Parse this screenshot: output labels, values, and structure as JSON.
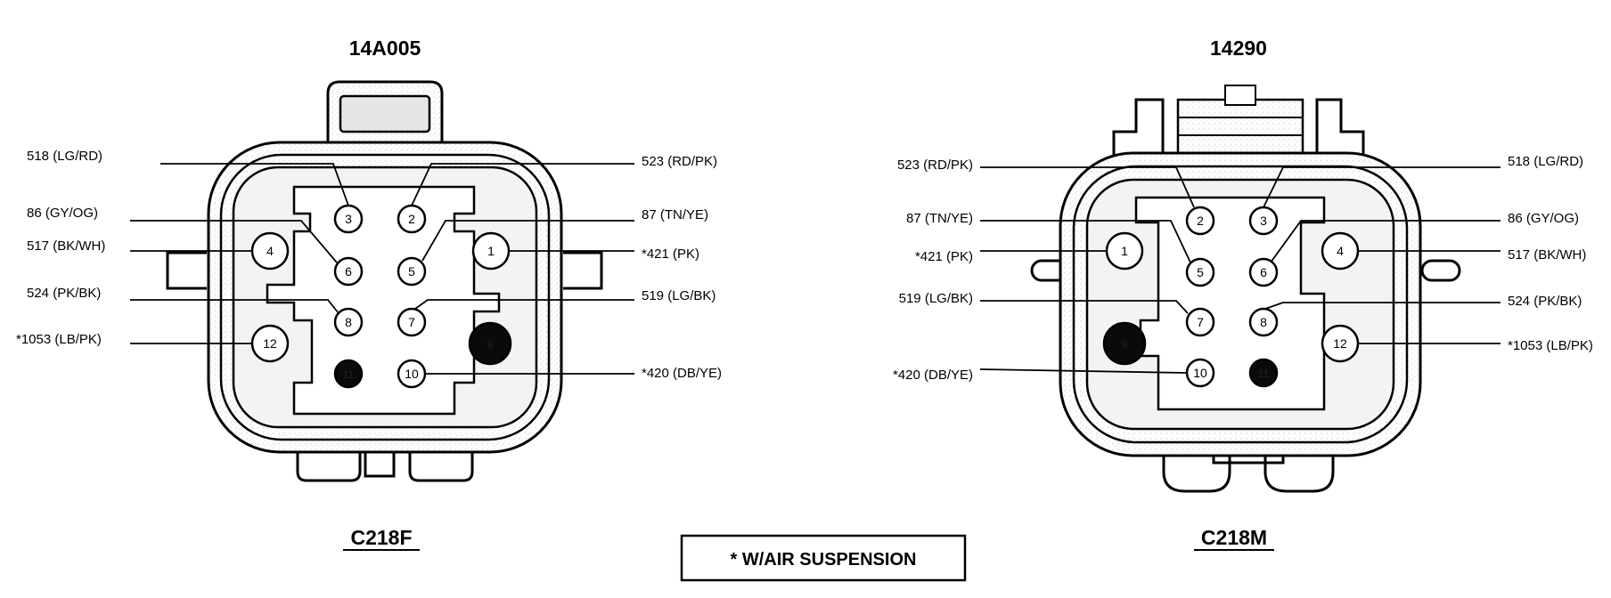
{
  "connectors": [
    {
      "part_number": "14A005",
      "name": "C218F",
      "pins": [
        {
          "num": "1",
          "wire": "*421 (PK)"
        },
        {
          "num": "2",
          "wire": "523 (RD/PK)"
        },
        {
          "num": "3",
          "wire": "518 (LG/RD)"
        },
        {
          "num": "4",
          "wire": "517 (BK/WH)"
        },
        {
          "num": "5",
          "wire": "87 (TN/YE)"
        },
        {
          "num": "6",
          "wire": "86 (GY/OG)"
        },
        {
          "num": "7",
          "wire": "519 (LG/BK)"
        },
        {
          "num": "8",
          "wire": "524 (PK/BK)"
        },
        {
          "num": "9",
          "wire": ""
        },
        {
          "num": "10",
          "wire": "*420 (DB/YE)"
        },
        {
          "num": "11",
          "wire": ""
        },
        {
          "num": "12",
          "wire": "*1053 (LB/PK)"
        }
      ]
    },
    {
      "part_number": "14290",
      "name": "C218M",
      "pins": [
        {
          "num": "1",
          "wire": "*421 (PK)"
        },
        {
          "num": "2",
          "wire": "523 (RD/PK)"
        },
        {
          "num": "3",
          "wire": "518 (LG/RD)"
        },
        {
          "num": "4",
          "wire": "517 (BK/WH)"
        },
        {
          "num": "5",
          "wire": "87 (TN/YE)"
        },
        {
          "num": "6",
          "wire": "86 (GY/OG)"
        },
        {
          "num": "7",
          "wire": "519 (LG/BK)"
        },
        {
          "num": "8",
          "wire": "524 (PK/BK)"
        },
        {
          "num": "9",
          "wire": ""
        },
        {
          "num": "10",
          "wire": "*420 (DB/YE)"
        },
        {
          "num": "11",
          "wire": ""
        },
        {
          "num": "12",
          "wire": "*1053 (LB/PK)"
        }
      ]
    }
  ],
  "note": "* W/AIR SUSPENSION",
  "colors": {
    "ink": "#000000",
    "shade": "#d9d9d9",
    "filled_pin": "#0a0a0a"
  }
}
